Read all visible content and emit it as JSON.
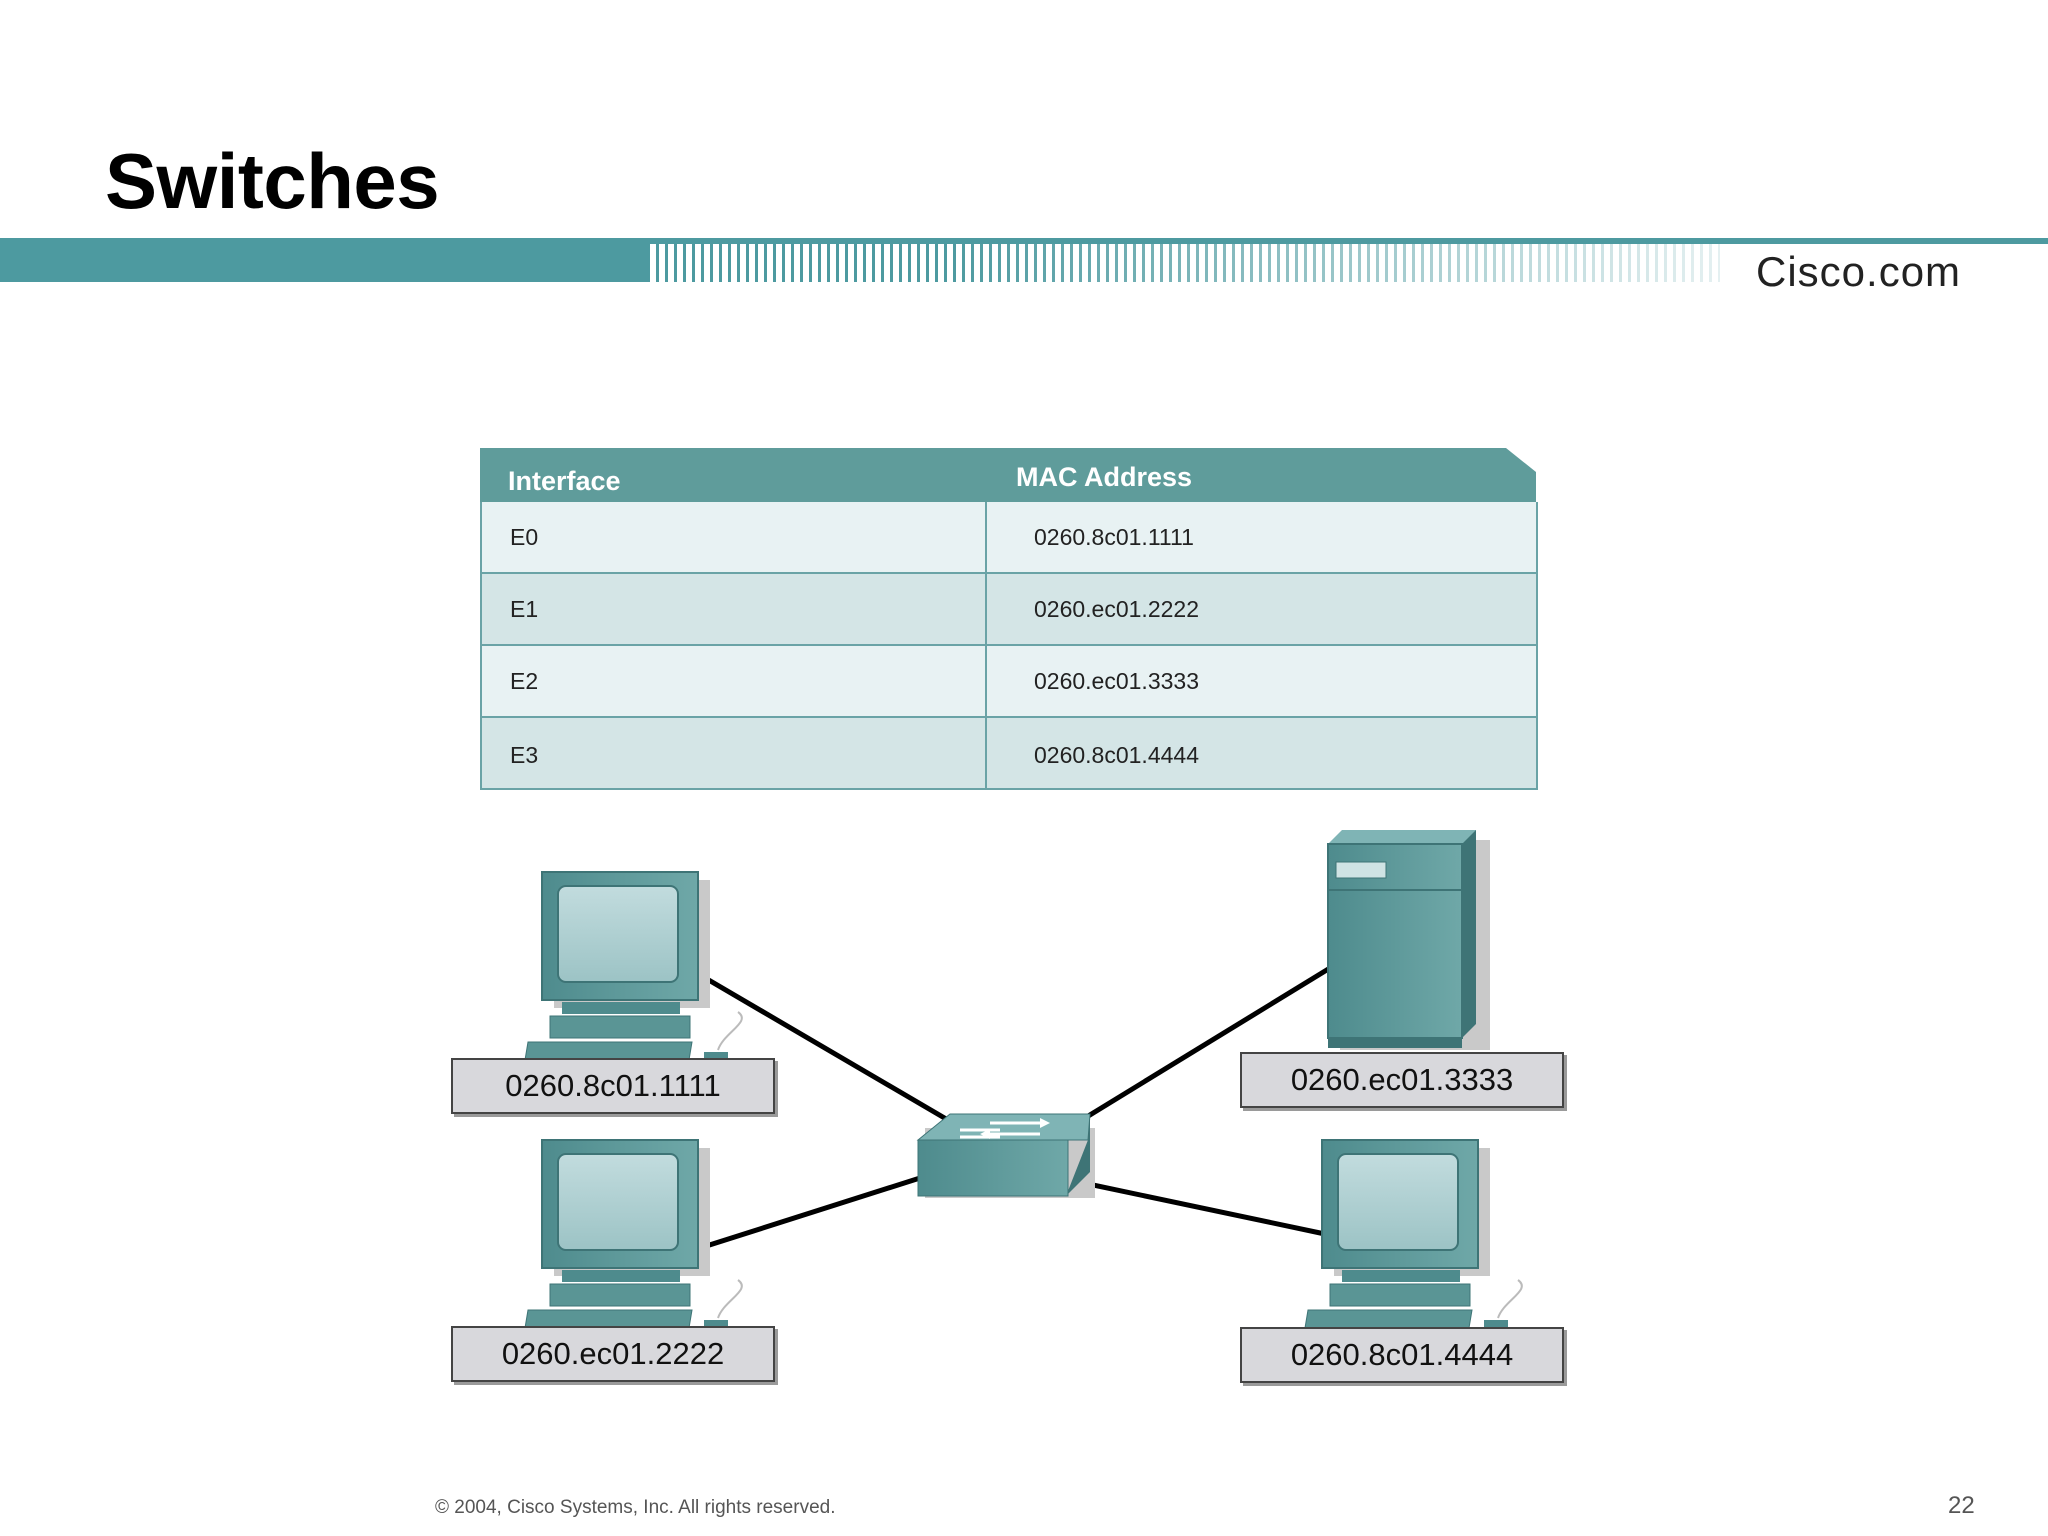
{
  "slide": {
    "title": "Switches",
    "brand": "Cisco.com",
    "footer": "© 2004, Cisco Systems, Inc. All rights reserved.",
    "page_number": "22"
  },
  "colors": {
    "accent": "#4d9aa0",
    "table_header": "#5f9c9b",
    "device": "#5a9595"
  },
  "mac_table": {
    "headers": [
      "Interface",
      "MAC Address"
    ],
    "rows": [
      {
        "interface": "E0",
        "mac": "0260.8c01.1111"
      },
      {
        "interface": "E1",
        "mac": "0260.ec01.2222"
      },
      {
        "interface": "E2",
        "mac": "0260.ec01.3333"
      },
      {
        "interface": "E3",
        "mac": "0260.8c01.4444"
      }
    ]
  },
  "devices": {
    "pc_top_left": {
      "icon": "desktop-computer-icon",
      "mac": "0260.8c01.1111"
    },
    "pc_bottom_left": {
      "icon": "desktop-computer-icon",
      "mac": "0260.ec01.2222"
    },
    "server_top_right": {
      "icon": "server-icon",
      "mac": "0260.ec01.3333"
    },
    "pc_bottom_right": {
      "icon": "desktop-computer-icon",
      "mac": "0260.8c01.4444"
    },
    "switch": {
      "icon": "switch-icon"
    }
  }
}
